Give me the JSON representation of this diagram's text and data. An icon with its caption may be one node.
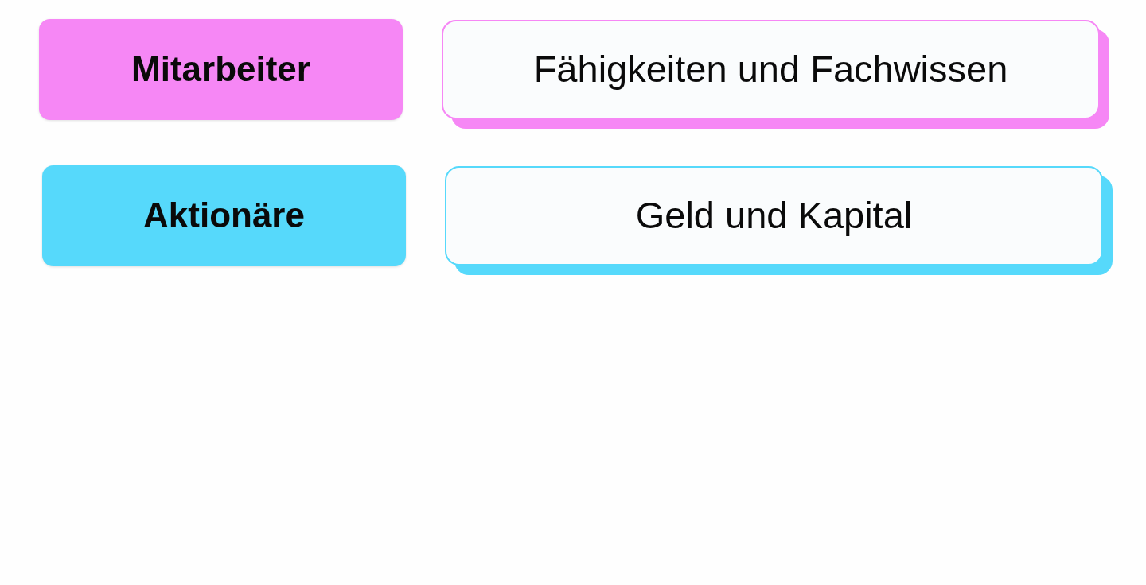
{
  "diagram": {
    "nodes": [
      {
        "text": [
          "Mitarbeiter"
        ]
      },
      {
        "text": [
          "Fähigkeiten und Fachwissen"
        ]
      },
      {
        "text": [
          "Aktionäre"
        ]
      },
      {
        "text": [
          "Geld und Kapital"
        ]
      }
    ]
  }
}
